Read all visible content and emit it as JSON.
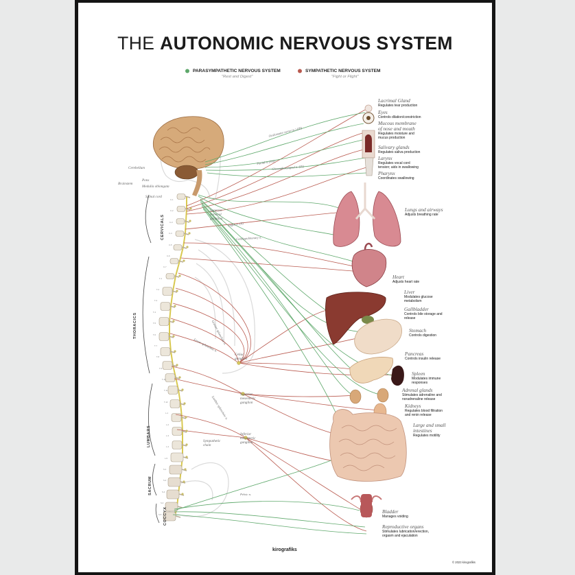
{
  "poster": {
    "title_light": "THE",
    "title_bold": "AUTONOMIC NERVOUS SYSTEM",
    "brand": "kirografiks",
    "copyright": "© 2023 kirografiks"
  },
  "colors": {
    "parasympathetic": "#5ea86b",
    "sympathetic": "#b95a4f",
    "frame": "#141414",
    "background": "#e9eaea"
  },
  "legend": {
    "parasympathetic": {
      "label": "PARASYMPATHETIC NERVOUS SYSTEM",
      "sub": "\"Rest and Digest\""
    },
    "sympathetic": {
      "label": "SYMPATHETIC NERVOUS SYSTEM",
      "sub": "\"Fight or Flight\""
    }
  },
  "organs": {
    "lacrimal": {
      "title": "Lacrimal Gland",
      "desc": "Regulates tear production"
    },
    "eyes": {
      "title": "Eyes",
      "desc": "Controls dilation/constriction"
    },
    "mucous": {
      "title": "Mucous membrane of nose and mouth",
      "desc": "Regulates moisture and mucus production"
    },
    "salivary": {
      "title": "Salivary glands",
      "desc": "Regulates saliva production"
    },
    "larynx": {
      "title": "Larynx",
      "desc": "Regulates vocal cord tension; aids in swallowing"
    },
    "pharynx": {
      "title": "Pharynx",
      "desc": "Coordinates swallowing"
    },
    "lungs": {
      "title": "Lungs and airways",
      "desc": "Adjusts breathing rate"
    },
    "heart": {
      "title": "Heart",
      "desc": "Adjusts heart rate"
    },
    "liver": {
      "title": "Liver",
      "desc": "Modulates glucose metabolism"
    },
    "gallbladder": {
      "title": "Gallbladder",
      "desc": "Controls bile storage and release"
    },
    "stomach": {
      "title": "Stomach",
      "desc": "Controls digestion"
    },
    "pancreas": {
      "title": "Pancreas",
      "desc": "Controls insulin release"
    },
    "spleen": {
      "title": "Spleen",
      "desc": "Modulates immune responses"
    },
    "adrenal": {
      "title": "Adrenal glands",
      "desc": "Stimulates adrenaline and noradrenaline release"
    },
    "kidneys": {
      "title": "Kidneys",
      "desc": "Regulates blood filtration and renin release"
    },
    "intestines": {
      "title": "Large and small intestines",
      "desc": "Regulates motility"
    },
    "bladder": {
      "title": "Bladder",
      "desc": "Manages voiding"
    },
    "reproductive": {
      "title": "Reproductive organs",
      "desc": "Stimulates lubrication/erection, orgasm and ejaculation"
    }
  },
  "nerves": {
    "oculomotor": "Oculomotor nerve (n.) (III)",
    "facial": "Facial n. (VII)",
    "glossopharyngeal": "Glossopharyngeal n. (IX)",
    "vagus": "Vagus n. (X)",
    "cardiopulmonary": "Cardiopulmonary n.",
    "greater_splanchnic": "Greater splanchnic n.",
    "lesser_splanchnic": "Lesser splanchnic n.",
    "lumbar_splanchnic": "Lumbar splanchnic n.",
    "pelvic": "Pelvic n."
  },
  "anatomy": {
    "cerebellum": "Cerebellum",
    "brainstem": "Brainstem",
    "pons": "Pons",
    "medulla": "Medulla oblongata",
    "spinal_cord": "Spinal cord",
    "superior_cervical_ganglion": "Superior cervical ganglion",
    "celiac_ganglion": "Celiac ganglion",
    "superior_mesenteric_ganglion": "Superior mesenteric ganglion",
    "inferior_mesenteric_ganglion": "Inferior mesenteric ganglion",
    "sympathetic_chain": "Sympathetic chain"
  },
  "regions": {
    "cervicals": "CERVICALS",
    "thoracics": "THORACICS",
    "lumbars": "LUMBARS",
    "sacrum": "SACRUM",
    "coccyx": "COCCYX"
  },
  "vertebrae": [
    "C-1",
    "C-2",
    "C-3",
    "C-4",
    "C-5",
    "C-6",
    "C-7",
    "T-1",
    "T-2",
    "T-3",
    "T-4",
    "T-5",
    "T-6",
    "T-7",
    "T-8",
    "T-9",
    "T-10",
    "T-11",
    "T-12",
    "L-1",
    "L-2",
    "L-3",
    "L-4",
    "L-5",
    "S-1",
    "S-2",
    "S-3",
    "S-4",
    "S-5"
  ]
}
